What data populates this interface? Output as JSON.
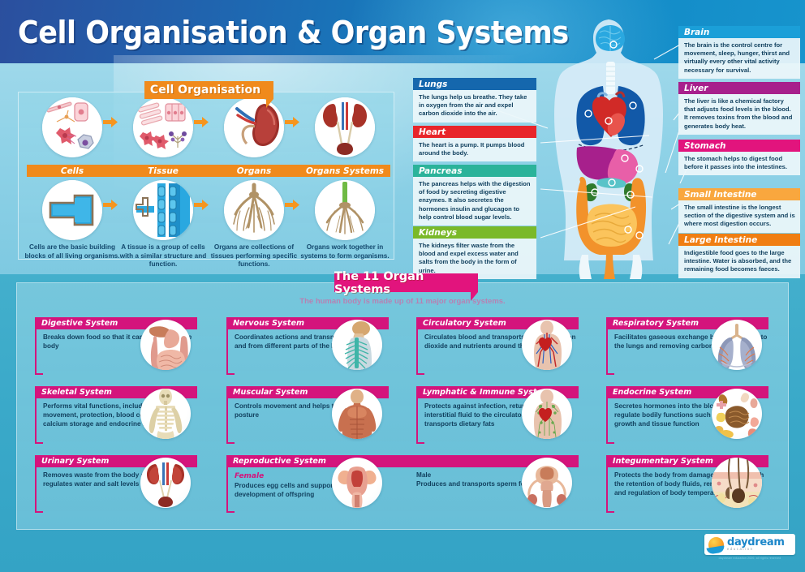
{
  "header": {
    "title": "Cell Organisation & Organ Systems"
  },
  "cell_organisation": {
    "banner": "Cell Organisation",
    "steps": [
      {
        "label": "Cells",
        "icon": "cells-icon",
        "desc": "Cells are the basic building blocks of all living organisms."
      },
      {
        "label": "Tissue",
        "icon": "tissue-icon",
        "desc": "A tissue is a group of cells with a similar structure and function."
      },
      {
        "label": "Organs",
        "icon": "kidney-icon",
        "desc": "Organs are collections of tissues performing specific functions."
      },
      {
        "label": "Organs Systems",
        "icon": "urinary-icon",
        "desc": "Organs work together in systems to form organisms."
      }
    ]
  },
  "organ_callouts_left": [
    {
      "title": "Lungs",
      "color": "#1567ad",
      "text": "The lungs help us breathe. They take in oxygen from the air and expel carbon dioxide into the air."
    },
    {
      "title": "Heart",
      "color": "#e8252a",
      "text": "The heart is a pump. It pumps blood around the body."
    },
    {
      "title": "Pancreas",
      "color": "#2bb39a",
      "text": "The pancreas helps with the digestion of food by secreting digestive enzymes. It also secretes the hormones insulin and glucagon to help control blood sugar levels."
    },
    {
      "title": "Kidneys",
      "color": "#7ab929",
      "text": "The kidneys filter waste from the blood and expel excess water and salts from the body in the form of urine."
    }
  ],
  "organ_callouts_right": [
    {
      "title": "Brain",
      "color": "#1b9fd8",
      "text": "The brain is the control centre for movement, sleep, hunger, thirst and virtually every other vital activity necessary for survival."
    },
    {
      "title": "Liver",
      "color": "#a7208c",
      "text": "The liver is like a chemical factory that adjusts food levels in the blood. It removes toxins from the blood and generates body heat."
    },
    {
      "title": "Stomach",
      "color": "#e2147d",
      "text": "The stomach helps to digest food before it passes into the intestines."
    },
    {
      "title": "Small Intestine",
      "color": "#f9a73e",
      "text": "The small intestine is the longest section of the digestive system and is where most digestion occurs."
    },
    {
      "title": "Large Intestine",
      "color": "#f07e12",
      "text": "Indigestible food goes to the large intestine. Water is absorbed, and the remaining food becomes faeces."
    }
  ],
  "organ_systems": {
    "banner": "The 11 Organ Systems",
    "subtitle": "The human body is made up of 11 major organ systems.",
    "accent_color": "#d4147c",
    "cards": [
      {
        "title": "Digestive System",
        "icon": "digestive-icon",
        "text": "Breaks down food so that it can be used by the body"
      },
      {
        "title": "Nervous System",
        "icon": "nervous-icon",
        "text": "Coordinates actions and transmits signals to and from different parts of the body"
      },
      {
        "title": "Circulatory System",
        "icon": "circulatory-icon",
        "text": "Circulates blood and transports oxygen, carbon dioxide and nutrients around the body"
      },
      {
        "title": "Respiratory System",
        "icon": "lungs-icon",
        "text": "Facilitates gaseous exchange by moving air into the lungs and removing carbon dioxide"
      },
      {
        "title": "Skeletal System",
        "icon": "skeleton-icon",
        "text": "Performs vital functions, including support, movement, protection, blood cell production, calcium storage and endocrine regulation"
      },
      {
        "title": "Muscular System",
        "icon": "muscles-icon",
        "text": "Controls movement and helps to maintain posture"
      },
      {
        "title": "Lymphatic & Immune System",
        "icon": "lymphatic-icon",
        "text": "Protects against infection, returns excess interstitial fluid to the circulatory system and transports dietary fats"
      },
      {
        "title": "Endocrine System",
        "icon": "endocrine-icon",
        "text": "Secretes hormones into the bloodstream to regulate bodily functions such as metabolism, growth and tissue function"
      },
      {
        "title": "Urinary System",
        "icon": "kidneys-icon",
        "text": "Removes waste from the body as urine; regulates water and salt levels in the blood"
      },
      {
        "title": "Integumentary System",
        "icon": "skin-icon",
        "text": "Protects the body from damage, and helps with the retention of body fluids, removal of waste and regulation of body temperature"
      }
    ],
    "reproductive": {
      "title": "Reproductive System",
      "female_label": "Female",
      "female_text": "Produces egg cells and supports the development of offspring",
      "female_icon": "uterus-icon",
      "male_label": "Male",
      "male_text": "Produces and transports sperm for reproduction",
      "male_icon": "male-repro-icon"
    }
  },
  "footer": {
    "logo_name": "daydream",
    "logo_sub": "education",
    "credit": "daydream education 2020, all rights reserved"
  }
}
